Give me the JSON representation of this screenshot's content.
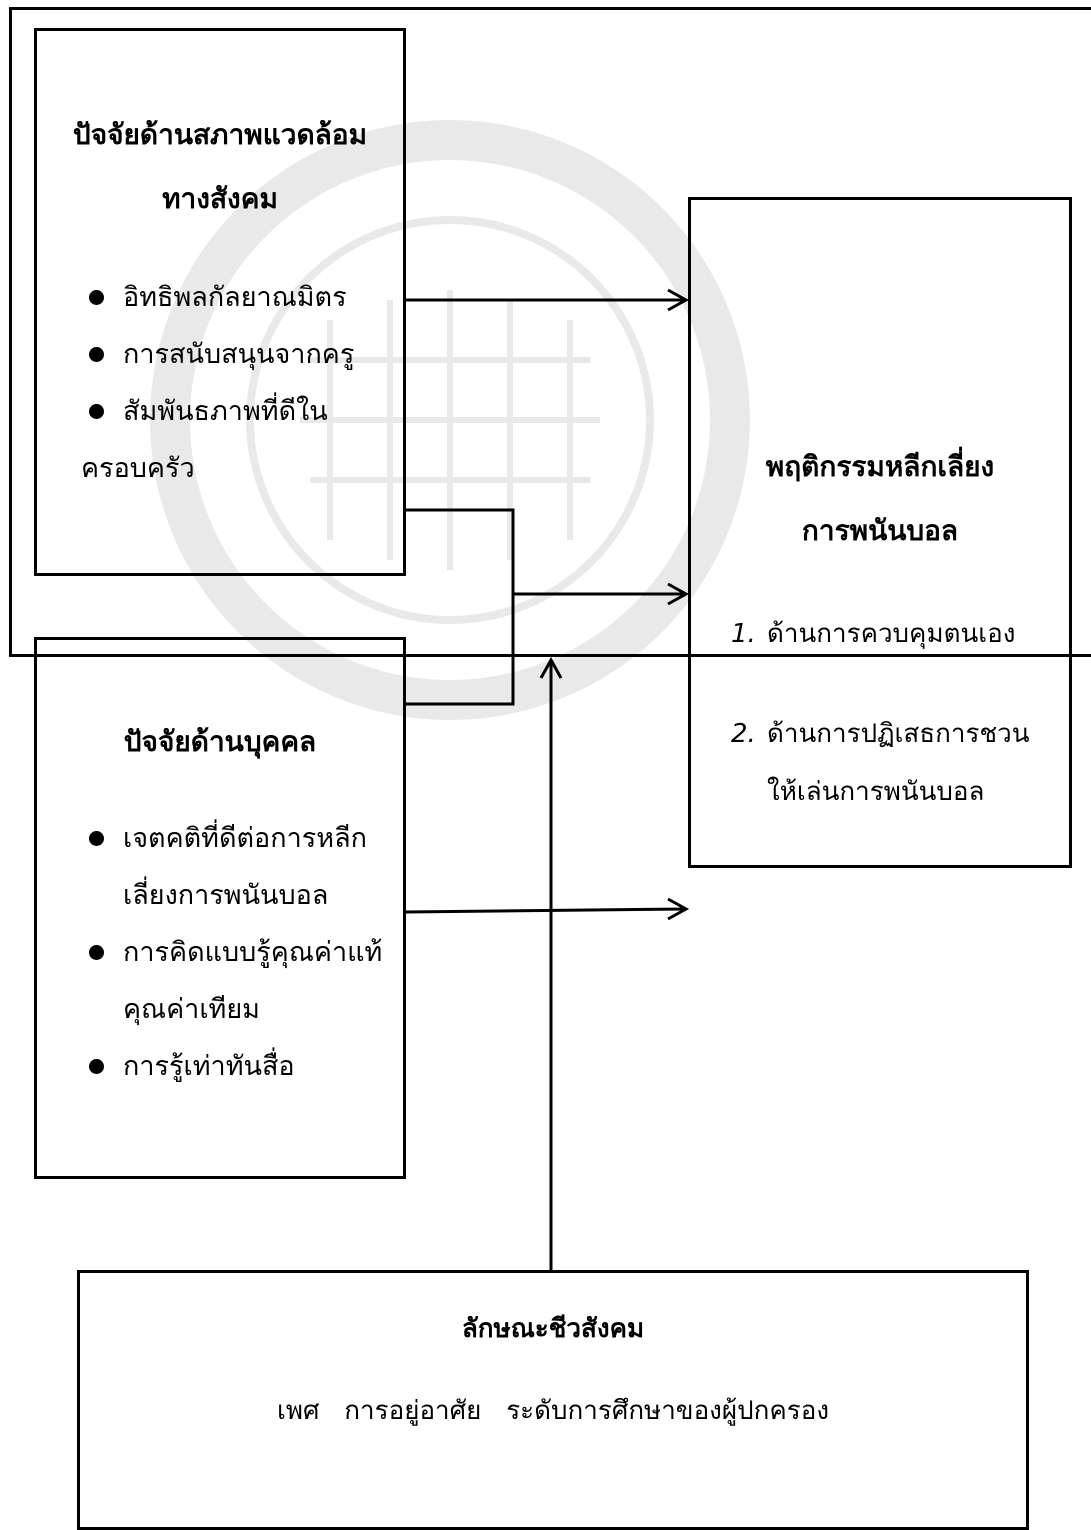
{
  "social_box": {
    "title": [
      "ปัจจัยด้านสภาพแวดล้อม",
      "ทางสังคม"
    ],
    "items": [
      "อิทธิพลกัลยาณมิตร",
      "การสนับสนุนจากครู",
      "สัมพันธภาพที่ดีใน",
      "ครอบครัว"
    ]
  },
  "personal_box": {
    "title": "ปัจจัยด้านบุคคล",
    "items": [
      "เจตคติที่ดีต่อการหลีก",
      "เลี่ยงการพนันบอล",
      "การคิดแบบรู้คุณค่าแท้",
      "คุณค่าเทียม",
      "การรู้เท่าทันสื่อ"
    ]
  },
  "outcome_box": {
    "title": [
      "พฤติกรรมหลีกเลี่ยง",
      "การพนันบอล"
    ],
    "items": [
      {
        "num": "1.",
        "lines": [
          "ด้านการควบคุมตนเอง"
        ]
      },
      {
        "num": "2.",
        "lines": [
          "ด้านการปฏิเสธการชวน",
          "ให้เล่นการพนันบอล"
        ]
      }
    ]
  },
  "demographic_box": {
    "title": "ลักษณะชีวสังคม",
    "items": [
      "เพศ",
      "การอยู่อาศัย",
      "ระดับการศึกษาของผู้ปกครอง"
    ]
  }
}
